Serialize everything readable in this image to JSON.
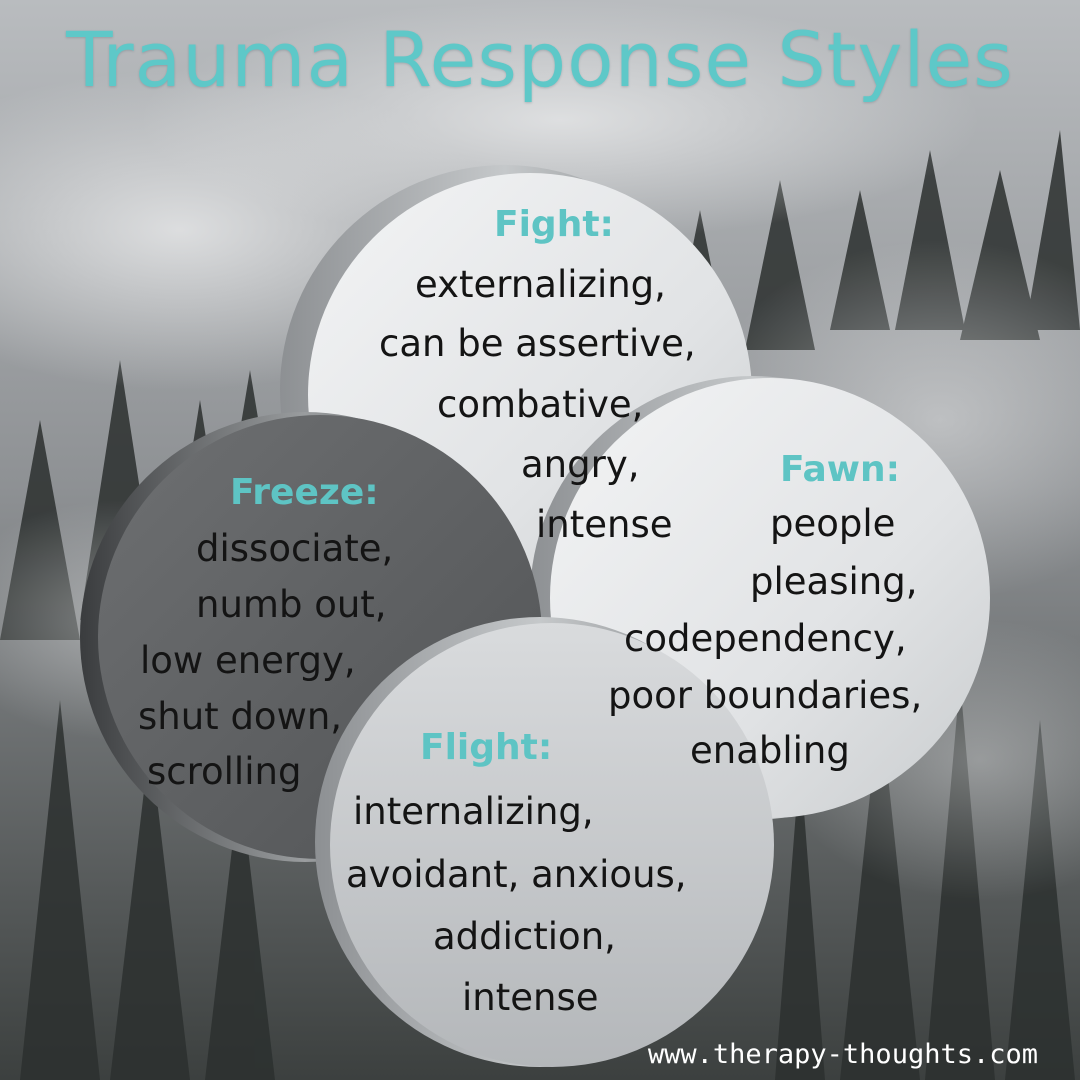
{
  "title": "Trauma Response Styles",
  "fight": {
    "label": "Fight:",
    "lines": [
      "externalizing,",
      "can be assertive,",
      "combative,",
      "angry,",
      "intense"
    ]
  },
  "fawn": {
    "label": "Fawn:",
    "lines": [
      "people",
      "pleasing,",
      "codependency,",
      "poor boundaries,",
      "enabling"
    ]
  },
  "freeze": {
    "label": "Freeze:",
    "lines": [
      "dissociate,",
      "numb out,",
      "low energy,",
      "shut down,",
      "scrolling"
    ]
  },
  "flight": {
    "label": "Flight:",
    "lines": [
      "internalizing,",
      "avoidant, anxious,",
      "addiction,",
      "intense"
    ]
  },
  "footer_url": "www.therapy-thoughts.com",
  "colors": {
    "title": "#5ec8c8",
    "label": "#5ec4c4",
    "body_text": "#141414",
    "light_disc": "#e4e6e8",
    "dark_disc": "#5e6062"
  }
}
